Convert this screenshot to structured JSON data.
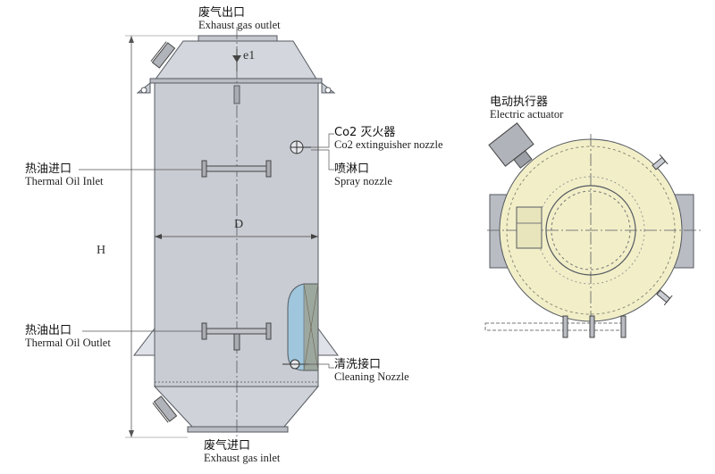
{
  "labels": {
    "exhaust_outlet": {
      "zh": "废气出口",
      "en": "Exhaust gas outlet"
    },
    "co2": {
      "zh": "Co2 灭火器",
      "en": "Co2 extinguisher nozzle"
    },
    "spray": {
      "zh": "喷淋口",
      "en": "Spray nozzle"
    },
    "oil_inlet": {
      "zh": "热油进口",
      "en": "Thermal Oil Inlet"
    },
    "oil_outlet": {
      "zh": "热油出口",
      "en": "Thermal Oil Outlet"
    },
    "cleaning": {
      "zh": "清洗接口",
      "en": "Cleaning Nozzle"
    },
    "exhaust_inlet": {
      "zh": "废气进口",
      "en": "Exhaust gas inlet"
    },
    "actuator": {
      "zh": "电动执行器",
      "en": "Electric actuator"
    }
  },
  "dimensions": {
    "height": "H",
    "diameter": "D",
    "e1": "e1"
  },
  "colors": {
    "vessel": "#c9ccd3",
    "cone": "#dde0e6",
    "plan_body": "#f2efc8",
    "bracket": "#b9bcc2",
    "insulation": "#9fc6dc",
    "line": "#555a61"
  }
}
